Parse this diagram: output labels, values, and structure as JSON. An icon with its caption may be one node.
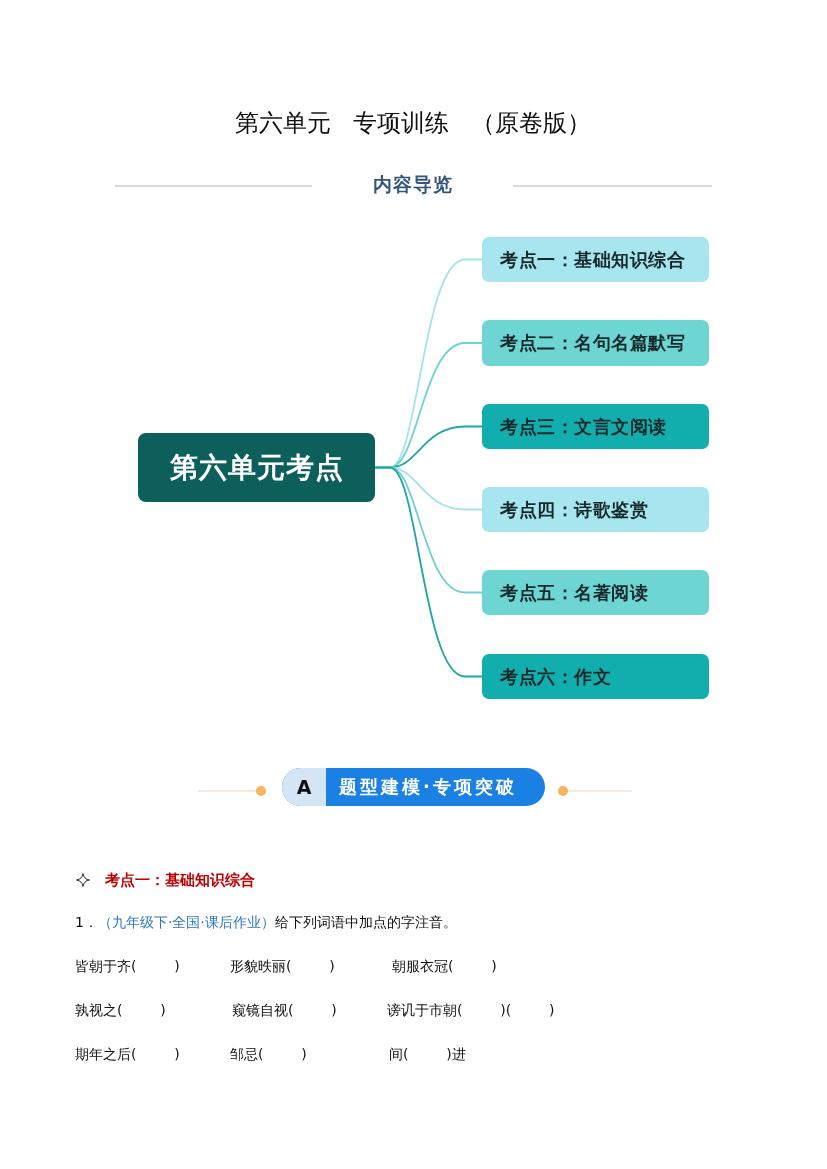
{
  "diagram": {
    "title": "第六单元 专项训练 （原卷版）",
    "nodes": [
      {
        "text": [
          "第六单元考点"
        ]
      },
      {
        "text": [
          "考点一：基础知识综合"
        ]
      },
      {
        "text": [
          "考点二：名句名篇默写"
        ]
      },
      {
        "text": [
          "考点三：文言文阅读"
        ]
      },
      {
        "text": [
          "考点四：诗歌鉴赏"
        ]
      },
      {
        "text": [
          "考点五：名著阅读"
        ]
      },
      {
        "text": [
          "考点六：作文"
        ]
      },
      {
        "text": [
          "A",
          "题型建模·专项突破"
        ]
      }
    ],
    "edges": [
      {
        "from": 0,
        "to": 1,
        "arrow": "none",
        "color": "#a3e4ea"
      },
      {
        "from": 0,
        "to": 2,
        "arrow": "none",
        "color": "#6cd2cd"
      },
      {
        "from": 0,
        "to": 3,
        "arrow": "none",
        "color": "#1ea6a6"
      },
      {
        "from": 0,
        "to": 4,
        "arrow": "none",
        "color": "#a3e4ea"
      },
      {
        "from": 0,
        "to": 5,
        "arrow": "none",
        "color": "#6cd2cd"
      },
      {
        "from": 0,
        "to": 6,
        "arrow": "none",
        "color": "#1ea6a6"
      }
    ],
    "labels": [
      "内容导览",
      "考点一：基础知识综合",
      "1．",
      "（九年级下·全国·课后作业）",
      "给下列词语中加点的字注音。",
      "皆朝于齐(    )",
      "形貌昳丽(    )",
      "朝服衣冠(    )",
      "孰视之(    )",
      "窥镜自视(    )",
      "谤讥于市朝(    )(    )",
      "期年之后(    )",
      "邹忌(    )",
      "间(    )进"
    ]
  }
}
